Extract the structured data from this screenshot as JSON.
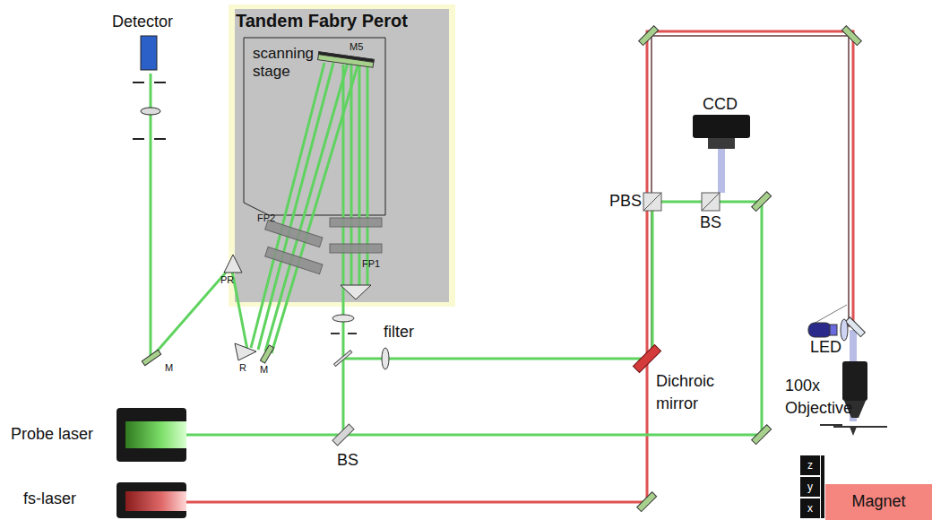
{
  "diagram": {
    "nodes": [
      {
        "text": [
          "Tandem Fabry Perot"
        ]
      },
      {
        "text": [
          "scanning stage"
        ],
        "in": 0
      },
      {
        "text": [
          "Magnet"
        ]
      },
      {
        "text": [
          "z"
        ]
      },
      {
        "text": [
          "y"
        ]
      },
      {
        "text": [
          "x"
        ]
      }
    ],
    "labels": [
      "Detector",
      "M5",
      "FP2",
      "FP1",
      "PR",
      "R",
      "M",
      "M",
      "filter",
      "CCD",
      "PBS",
      "BS",
      "Dichroic mirror",
      "LED",
      "100x Objective",
      "Probe laser",
      "fs-laser",
      "BS"
    ]
  }
}
